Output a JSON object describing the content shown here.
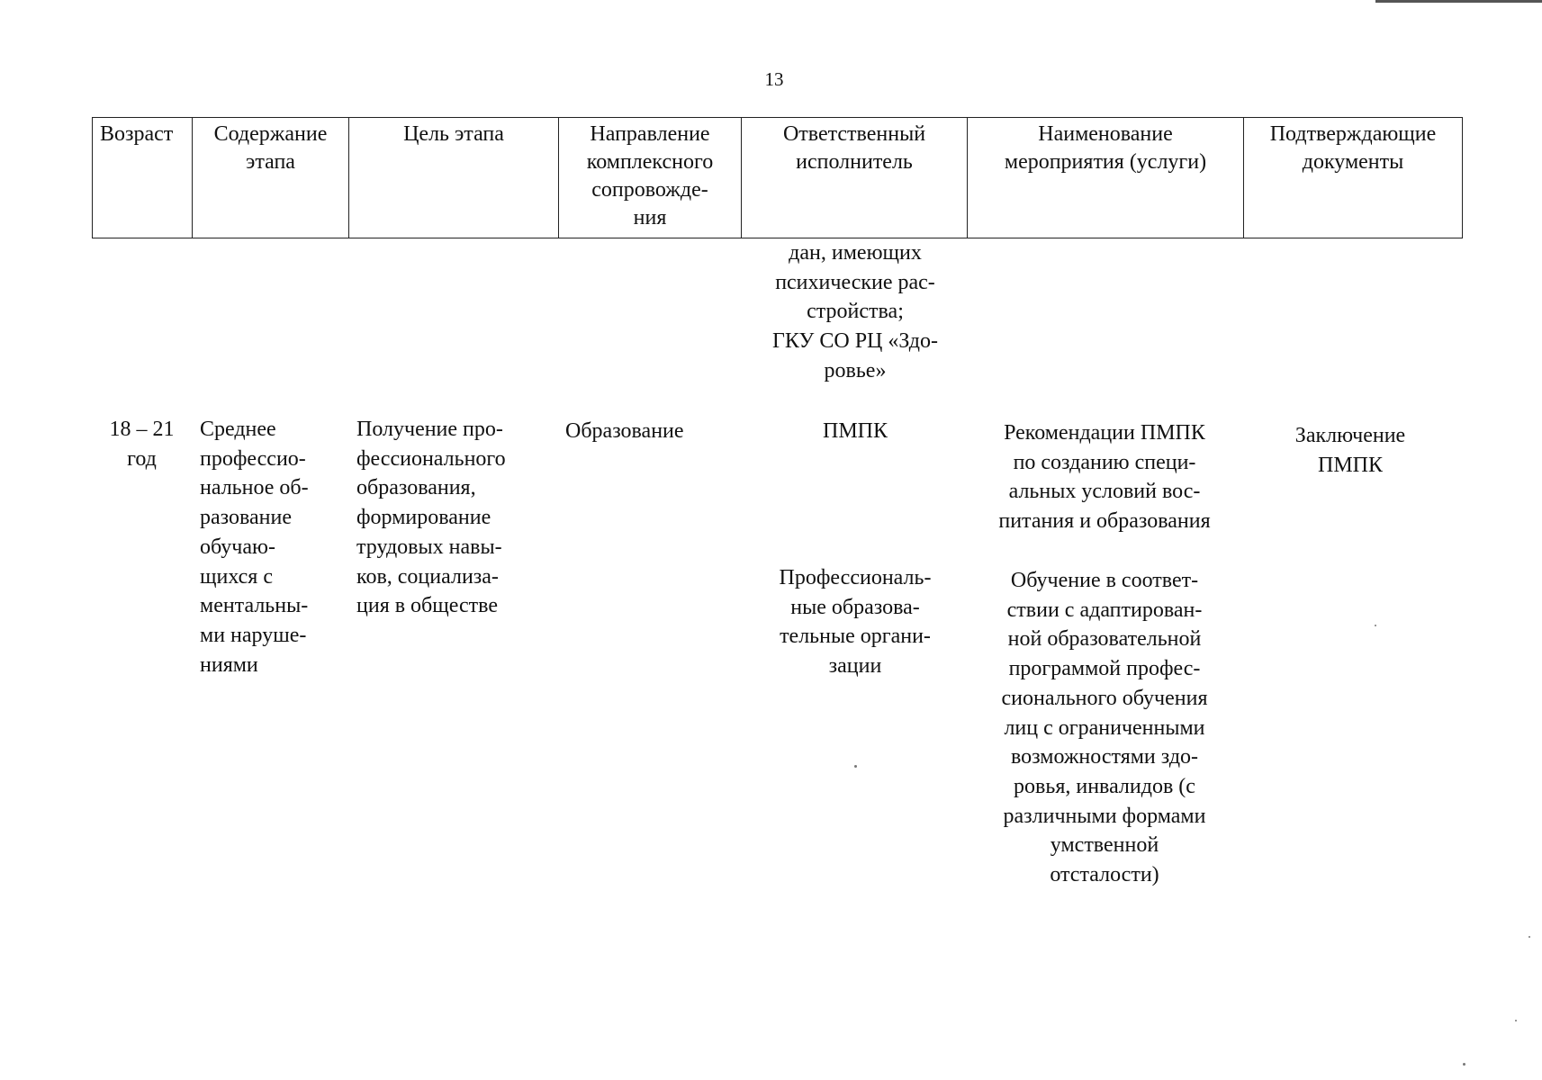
{
  "page_number": "13",
  "table": {
    "headers": [
      "Возраст",
      "Содержание\nэтапа",
      "Цель этапа",
      "Направление\nкомплексного\nсопровожде-\nния",
      "Ответственный\nисполнитель",
      "Наименование\nмероприятия (услуги)",
      "Подтверждающие\nдокументы"
    ],
    "continuation": {
      "responsible": "дан, имеющих\nпсихические рас-\nстройства;\nГКУ СО РЦ «Здо-\nровье»"
    },
    "row": {
      "age": "18 – 21\nгод",
      "content": "Среднее\nпрофессио-\nнальное об-\nразование\nобучаю-\nщихся с\nментальны-\nми наруше-\nниями",
      "goal": "Получение про-\nфессионального\nобразования,\nформирование\nтрудовых навы-\nков, социализа-\nция в обществе",
      "direction": "Образование",
      "responsible_1": "ПМПК",
      "responsible_2": "Профессиональ-\nные образова-\nтельные органи-\nзации",
      "measure_1": "Рекомендации ПМПК\nпо созданию специ-\nальных условий вос-\nпитания и образования",
      "measure_2": "Обучение в соответ-\nствии с адаптирован-\nной образовательной\nпрограммой профес-\nсионального обучения\nлиц с ограниченными\nвозможностями здо-\nровья, инвалидов (с\nразличными формами\nумственной\nотсталости)",
      "documents": "Заключение\nПМПК"
    }
  }
}
